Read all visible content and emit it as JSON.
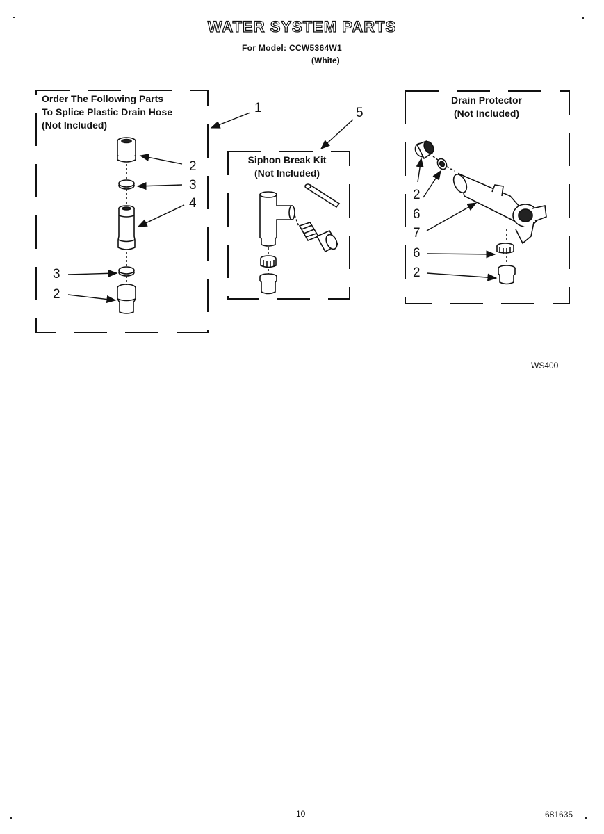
{
  "page": {
    "title": "WATER SYSTEM PARTS",
    "model_line": "For Model: CCW5364W1",
    "color_line": "(White)"
  },
  "sections": {
    "splice": {
      "heading": [
        "Order The Following Parts",
        "To Splice Plastic Drain Hose",
        "(Not Included)"
      ],
      "callouts": [
        "1",
        "2",
        "3",
        "4",
        "3",
        "2"
      ]
    },
    "siphon": {
      "heading": [
        "Siphon Break Kit",
        "(Not Included)"
      ],
      "callouts": [
        "5"
      ]
    },
    "drain": {
      "heading": [
        "Drain Protector",
        "(Not Included)"
      ],
      "callouts": [
        "2",
        "6",
        "7",
        "6",
        "2"
      ]
    }
  },
  "footer": {
    "diagram_code": "WS400",
    "page_number": "10",
    "part_number": "681635"
  }
}
